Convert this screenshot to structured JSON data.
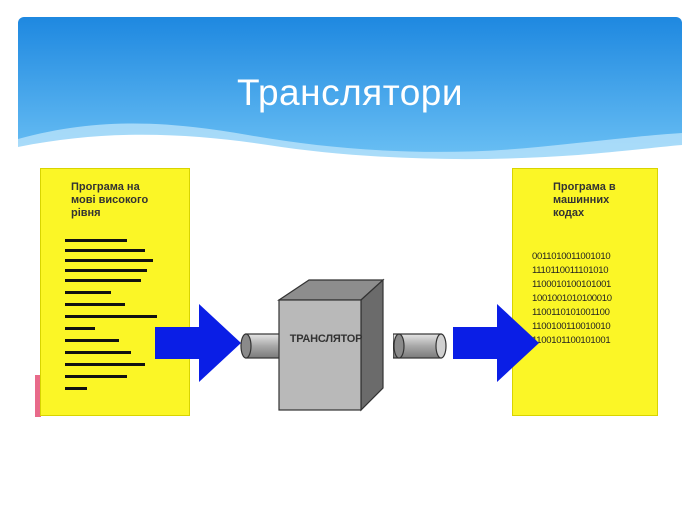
{
  "slide": {
    "title": "Транслятори"
  },
  "diagram": {
    "left_panel": {
      "title_lines": [
        "Програма на",
        "мові високого",
        "рівня"
      ]
    },
    "translator": {
      "label": "ТРАНСЛЯТОР"
    },
    "right_panel": {
      "title_lines": [
        "Програма в",
        "машинних",
        "кодах"
      ],
      "binary_lines": [
        "0011010011001010",
        "1110110011101010",
        "1100010100101001",
        "1001001010100010",
        "1100110101001100",
        "1100100110010010",
        "1100101100101001"
      ]
    },
    "colors": {
      "panel": "#fbf626",
      "arrow": "#0a1ee6",
      "cube": "#b9b9b9",
      "header_blue": "#2a96e6"
    }
  }
}
